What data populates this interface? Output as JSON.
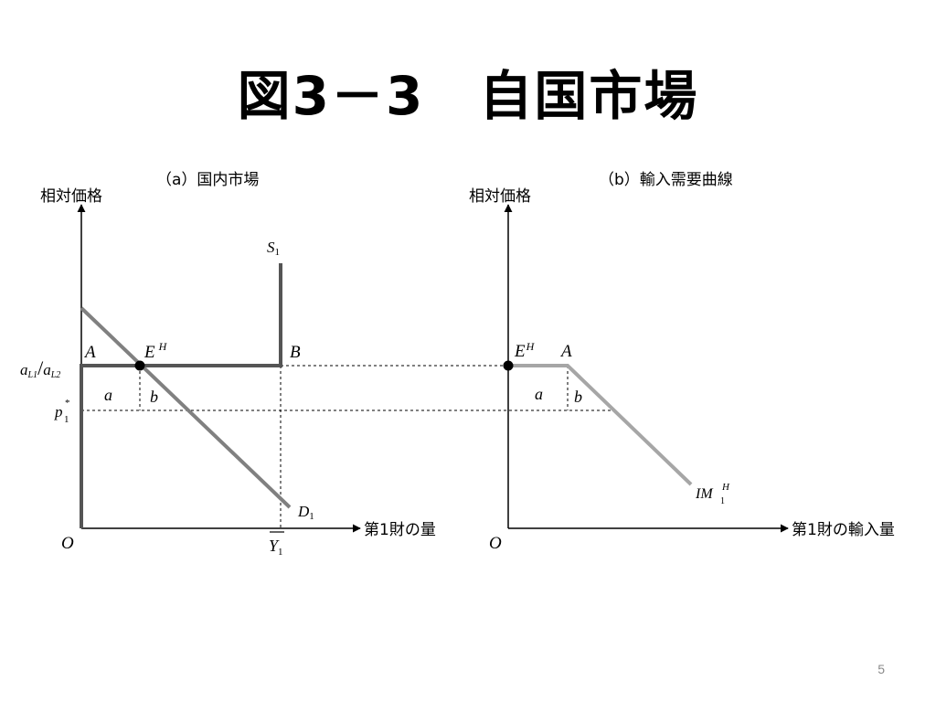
{
  "slide": {
    "title": "図3－3　自国市場",
    "page_number": "5"
  },
  "panel_a": {
    "title": "（a）国内市場",
    "y_axis_label": "相対価格",
    "x_axis_label": "第1財の量",
    "origin": "O",
    "supply_label": {
      "main": "S",
      "sub": "1"
    },
    "demand_label": {
      "main": "D",
      "sub": "1"
    },
    "point_A": "A",
    "point_B": "B",
    "equilibrium_label": {
      "main": "E",
      "sup": "H"
    },
    "price_ratio_label": {
      "num_main": "a",
      "num_sub": "L1",
      "slash": "/",
      "den_main": "a",
      "den_sub": "L2"
    },
    "world_price_label": {
      "main": "p",
      "sub": "1",
      "sup": "*"
    },
    "area_a": "a",
    "area_b": "b",
    "capacity_label": {
      "main": "Y",
      "sub": "1"
    }
  },
  "panel_b": {
    "title": "（b）輸入需要曲線",
    "y_axis_label": "相対価格",
    "x_axis_label": "第1財の輸入量",
    "origin": "O",
    "equilibrium_label": {
      "main": "E",
      "sup": "H"
    },
    "point_A": "A",
    "area_a": "a",
    "area_b": "b",
    "import_demand_label": {
      "main": "IM",
      "sub": "1",
      "sup": "H"
    }
  },
  "colors": {
    "thick_curve": "#555555",
    "import_curve": "#a6a6a6",
    "axis": "#000000",
    "page_number": "#8a8a8a"
  }
}
